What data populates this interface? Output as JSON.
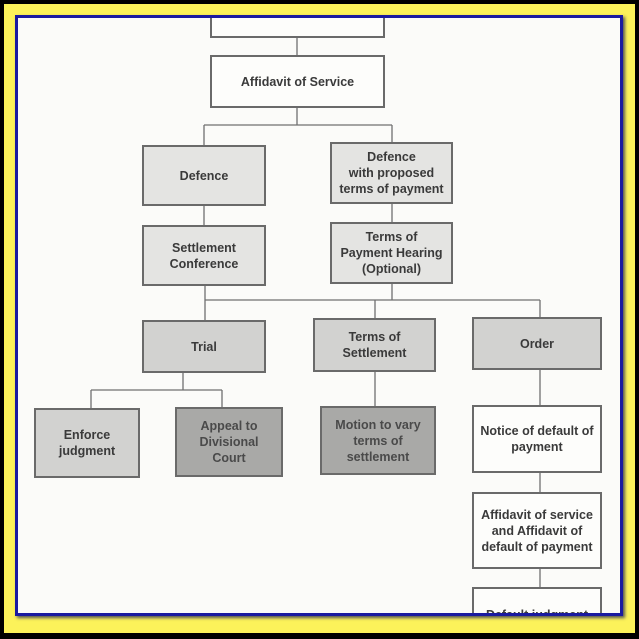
{
  "boxes": {
    "top": "",
    "affidavit_service": "Affidavit of Service",
    "defence": "Defence",
    "defence_terms": "Defence\nwith proposed\nterms of payment",
    "settlement_conference": "Settlement\nConference",
    "terms_hearing": "Terms of\nPayment Hearing\n(Optional)",
    "trial": "Trial",
    "terms_settlement": "Terms of\nSettlement",
    "order": "Order",
    "enforce": "Enforce\njudgment",
    "appeal": "Appeal to\nDivisional\nCourt",
    "motion": "Motion to vary\nterms of\nsettlement",
    "notice_default": "Notice of default of\npayment",
    "affidavit_default": "Affidavit of service\nand Affidavit of\ndefault of payment",
    "default_judgment": "Default judgment"
  },
  "colors": {
    "frame_border": "#1a1aa0",
    "frame_outer": "#fcf25a"
  }
}
